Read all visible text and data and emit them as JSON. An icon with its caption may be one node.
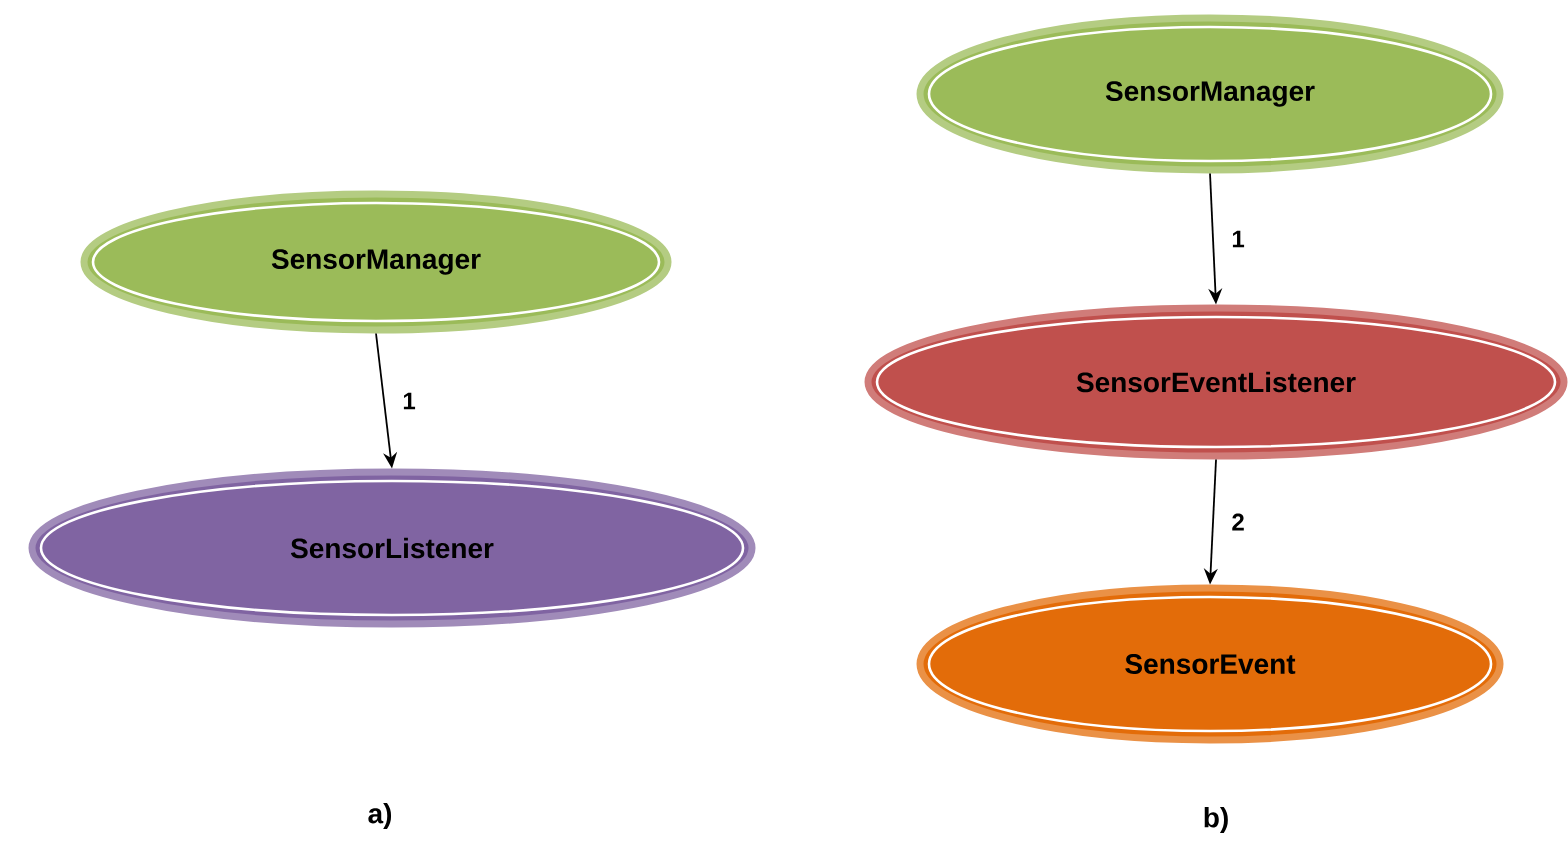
{
  "diagram": {
    "nodes": [
      {
        "text": [
          "SensorManager"
        ]
      },
      {
        "text": [
          "SensorListener"
        ]
      },
      {
        "text": [
          "SensorManager"
        ]
      },
      {
        "text": [
          "SensorEventListener"
        ]
      },
      {
        "text": [
          "SensorEvent"
        ]
      }
    ],
    "edges": [
      {
        "from": 0,
        "to": 1,
        "arrow": "to",
        "label": "1"
      },
      {
        "from": 2,
        "to": 3,
        "arrow": "to",
        "label": "1"
      },
      {
        "from": 3,
        "to": 4,
        "arrow": "to",
        "label": "2"
      }
    ],
    "labels": [
      "a)",
      "b)"
    ]
  }
}
